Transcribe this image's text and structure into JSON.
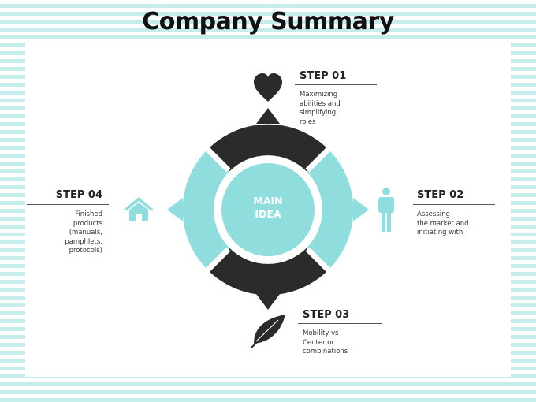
{
  "title": "Company Summary",
  "center": {
    "line1": "MAIN",
    "line2": "IDEA"
  },
  "colors": {
    "accent": "#8fdedd",
    "dark": "#2b2b2b",
    "stripe": "#c6ecec"
  },
  "steps": [
    {
      "label": "STEP 01",
      "desc": "Maximizing\nabilities  and\nsimplifying\nroles",
      "icon": "heart-icon"
    },
    {
      "label": "STEP 02",
      "desc": "Assessing\nthe market and\ninitiating  with",
      "icon": "person-icon"
    },
    {
      "label": "STEP 03",
      "desc": "Mobility  vs\nCenter  or\ncombinations",
      "icon": "leaf-icon"
    },
    {
      "label": "STEP 04",
      "desc": "Finished\nproducts\n(manuals,\npamphlets,\nprotocols)",
      "icon": "home-icon"
    }
  ]
}
